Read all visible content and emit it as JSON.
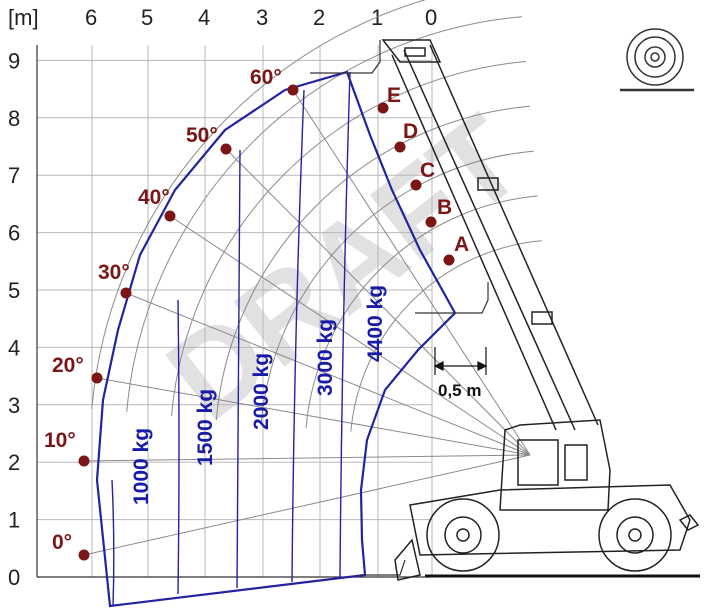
{
  "chart_data": {
    "type": "diagram",
    "unit_label": "[m]",
    "x_ticks": [
      "6",
      "5",
      "4",
      "3",
      "2",
      "1",
      "0"
    ],
    "y_ticks": [
      "0",
      "1",
      "2",
      "3",
      "4",
      "5",
      "6",
      "7",
      "8",
      "9"
    ],
    "angles": [
      "0°",
      "10°",
      "20°",
      "30°",
      "40°",
      "50°",
      "60°"
    ],
    "positions": [
      "A",
      "B",
      "C",
      "D",
      "E"
    ],
    "load_zones": [
      "1000 kg",
      "1500 kg",
      "2000 kg",
      "3000 kg",
      "4400 kg"
    ],
    "dimension": "0,5 m",
    "watermark": "DRAFT",
    "colors": {
      "envelope": "#2323a0",
      "angle_markers": "#7a1616",
      "load_text": "#1a1aa8",
      "grid": "#b0b0b0"
    }
  },
  "icons": [
    "tyre-icon",
    "telehandler-icon"
  ]
}
